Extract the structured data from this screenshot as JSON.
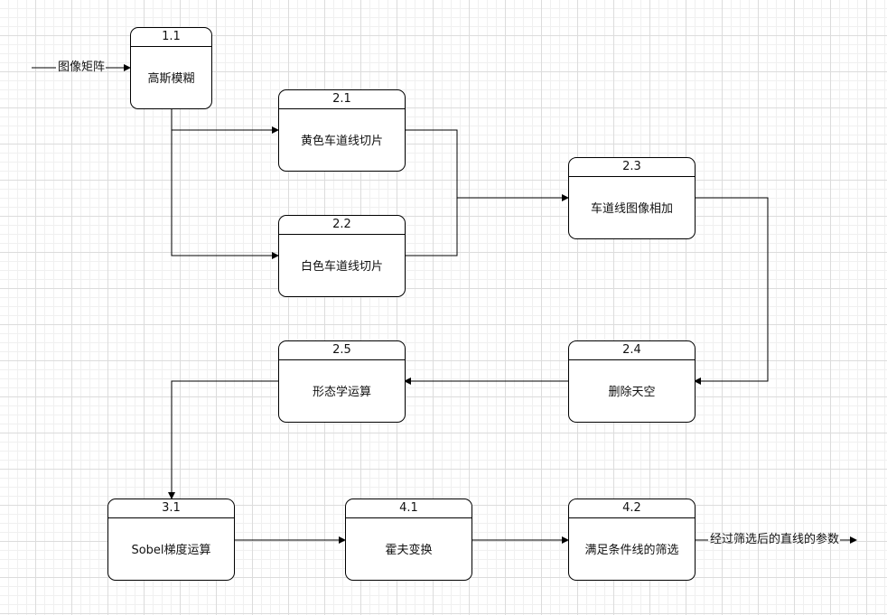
{
  "inputs": {
    "image_matrix": "图像矩阵"
  },
  "outputs": {
    "line_params": "经过筛选后的直线的参数"
  },
  "processes": [
    {
      "id": "1.1",
      "label": "高斯模糊"
    },
    {
      "id": "2.1",
      "label": "黄色车道线切片"
    },
    {
      "id": "2.2",
      "label": "白色车道线切片"
    },
    {
      "id": "2.3",
      "label": "车道线图像相加"
    },
    {
      "id": "2.4",
      "label": "删除天空"
    },
    {
      "id": "2.5",
      "label": "形态学运算"
    },
    {
      "id": "3.1",
      "label": "Sobel梯度运算"
    },
    {
      "id": "4.1",
      "label": "霍夫变换"
    },
    {
      "id": "4.2",
      "label": "满足条件线的筛选"
    }
  ],
  "colors": {
    "line": "#000000",
    "grid": "#dcdcdc"
  }
}
